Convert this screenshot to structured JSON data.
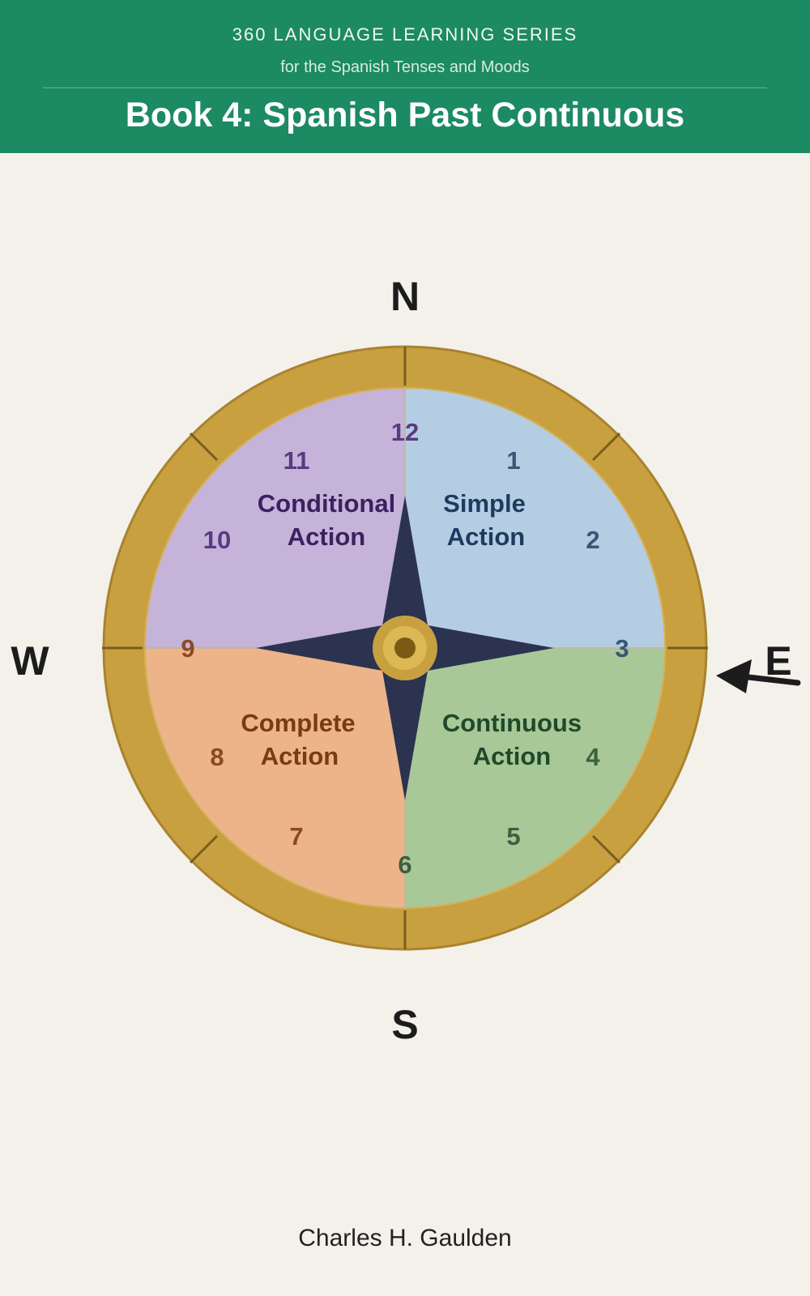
{
  "header": {
    "series": "360 LANGUAGE LEARNING SERIES",
    "subtitle": "for the Spanish Tenses and Moods",
    "title": "Book 4: Spanish Past Continuous"
  },
  "compass": {
    "directions": {
      "north": "N",
      "south": "S",
      "east": "E",
      "west": "W"
    },
    "numbers": [
      "12",
      "1",
      "2",
      "3",
      "4",
      "5",
      "6",
      "7",
      "8",
      "9",
      "10",
      "11"
    ],
    "quadrants": {
      "simple": {
        "line1": "Simple",
        "line2": "Action",
        "color": "#b5cde3",
        "text_color": "#1f3a5f"
      },
      "conditional": {
        "line1": "Conditional",
        "line2": "Action",
        "color": "#c5b3d9",
        "text_color": "#3d2060"
      },
      "continuous": {
        "line1": "Continuous",
        "line2": "Action",
        "color": "#a8c898",
        "text_color": "#1f4a2a"
      },
      "complete": {
        "line1": "Complete",
        "line2": "Action",
        "color": "#edb48a",
        "text_color": "#7a3a12"
      }
    },
    "ring_color": "#c9a040",
    "star_color": "#2b3350",
    "pointer_icon": "arrow-left-icon"
  },
  "author": "Charles H. Gaulden",
  "colors": {
    "banner": "#1c8a63",
    "background": "#f4f1eb"
  }
}
